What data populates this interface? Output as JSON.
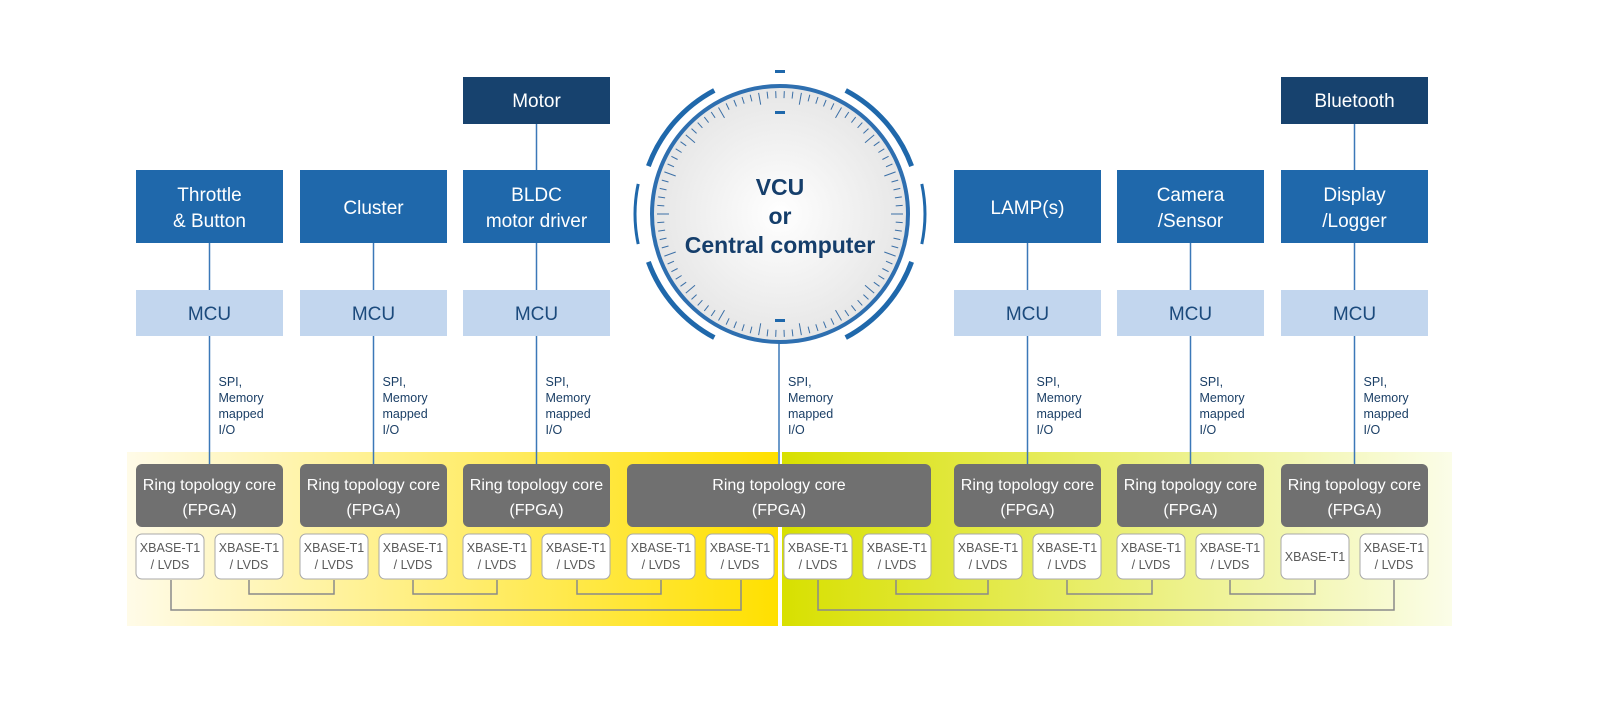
{
  "colors": {
    "dark_block": "#17426e",
    "block": "#1f68ab",
    "mcu": "#c2d6ee",
    "ring_core": "#707070",
    "line": "#3b78b8",
    "conn": "#8a8a8a"
  },
  "nodes": [
    {
      "top_label": "",
      "block_lines": [
        "Throttle",
        "& Button"
      ],
      "mcu": "MCU",
      "bus_lines": [
        "SPI,",
        "Memory",
        "mapped",
        "I/O"
      ],
      "ring_lines": [
        "Ring topology core",
        "(FPGA)"
      ],
      "ports": [
        [
          "XBASE-T1",
          "/ LVDS"
        ],
        [
          "XBASE-T1",
          "/ LVDS"
        ]
      ]
    },
    {
      "top_label": "",
      "block_lines": [
        "Cluster"
      ],
      "mcu": "MCU",
      "bus_lines": [
        "SPI,",
        "Memory",
        "mapped",
        "I/O"
      ],
      "ring_lines": [
        "Ring topology core",
        "(FPGA)"
      ],
      "ports": [
        [
          "XBASE-T1",
          "/ LVDS"
        ],
        [
          "XBASE-T1",
          "/ LVDS"
        ]
      ]
    },
    {
      "top_label": "Motor",
      "block_lines": [
        "BLDC",
        "motor driver"
      ],
      "mcu": "MCU",
      "bus_lines": [
        "SPI,",
        "Memory",
        "mapped",
        "I/O"
      ],
      "ring_lines": [
        "Ring topology core",
        "(FPGA)"
      ],
      "ports": [
        [
          "XBASE-T1",
          "/ LVDS"
        ],
        [
          "XBASE-T1",
          "/ LVDS"
        ]
      ]
    },
    {
      "top_label": "",
      "block_lines": [
        "LAMP(s)"
      ],
      "mcu": "MCU",
      "bus_lines": [
        "SPI,",
        "Memory",
        "mapped",
        "I/O"
      ],
      "ring_lines": [
        "Ring topology core",
        "(FPGA)"
      ],
      "ports": [
        [
          "XBASE-T1",
          "/ LVDS"
        ],
        [
          "XBASE-T1",
          "/ LVDS"
        ]
      ]
    },
    {
      "top_label": "",
      "block_lines": [
        "Camera",
        "/Sensor"
      ],
      "mcu": "MCU",
      "bus_lines": [
        "SPI,",
        "Memory",
        "mapped",
        "I/O"
      ],
      "ring_lines": [
        "Ring topology core",
        "(FPGA)"
      ],
      "ports": [
        [
          "XBASE-T1",
          "/ LVDS"
        ],
        [
          "XBASE-T1",
          "/ LVDS"
        ]
      ]
    },
    {
      "top_label": "Bluetooth",
      "block_lines": [
        "Display",
        "/Logger"
      ],
      "mcu": "MCU",
      "bus_lines": [
        "SPI,",
        "Memory",
        "mapped",
        "I/O"
      ],
      "ring_lines": [
        "Ring topology core",
        "(FPGA)"
      ],
      "ports": [
        [
          "XBASE-T1"
        ],
        [
          "XBASE-T1",
          "/ LVDS"
        ]
      ]
    }
  ],
  "center": {
    "lines": [
      "VCU",
      "or",
      "Central computer"
    ],
    "bus_lines": [
      "SPI,",
      "Memory",
      "mapped",
      "I/O"
    ],
    "ring_lines": [
      "Ring topology core",
      "(FPGA)"
    ],
    "ports": [
      [
        "XBASE-T1",
        "/ LVDS"
      ],
      [
        "XBASE-T1",
        "/ LVDS"
      ],
      [
        "XBASE-T1",
        "/ LVDS"
      ],
      [
        "XBASE-T1",
        "/ LVDS"
      ]
    ]
  }
}
